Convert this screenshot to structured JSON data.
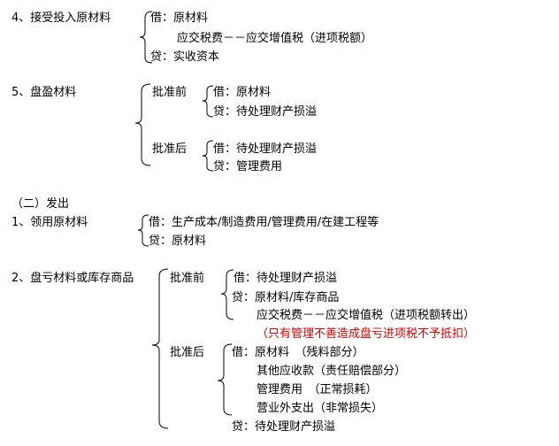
{
  "s4": {
    "title": "4、接受投入原材料",
    "l1": "借：原材料",
    "l2": "应交税费－－应交增值税（进项税额）",
    "l3": "贷：实收资本"
  },
  "s5": {
    "title": "5、盘盈材料",
    "before": "批准前",
    "b1": "借：原材料",
    "b2": "贷：待处理财产损溢",
    "after": "批准后",
    "a1": "借：待处理财产损溢",
    "a2": "贷：管理费用"
  },
  "sec2": {
    "title": "（二）发出"
  },
  "s1": {
    "title": "1、领用原材料",
    "l1": "借：生产成本/制造费用/管理费用/在建工程等",
    "l2": "贷：原材料"
  },
  "s2": {
    "title": "2、盘亏材料或库存商品",
    "before": "批准前",
    "b1": "借：待处理财产损溢",
    "b2": "贷：原材料/库存商品",
    "b3": "应交税费－－应交增值税（进项税额转出）",
    "note": "（只有管理不善造成盘亏进项税不予抵扣）",
    "after": "批准后",
    "a1": "借：原材料　（残料部分）",
    "a2": "其他应收款（责任赔偿部分）",
    "a3": "管理费用　（正常损耗）",
    "a4": "营业外支出（非常损失）",
    "a5": "贷：待处理财产损溢"
  }
}
